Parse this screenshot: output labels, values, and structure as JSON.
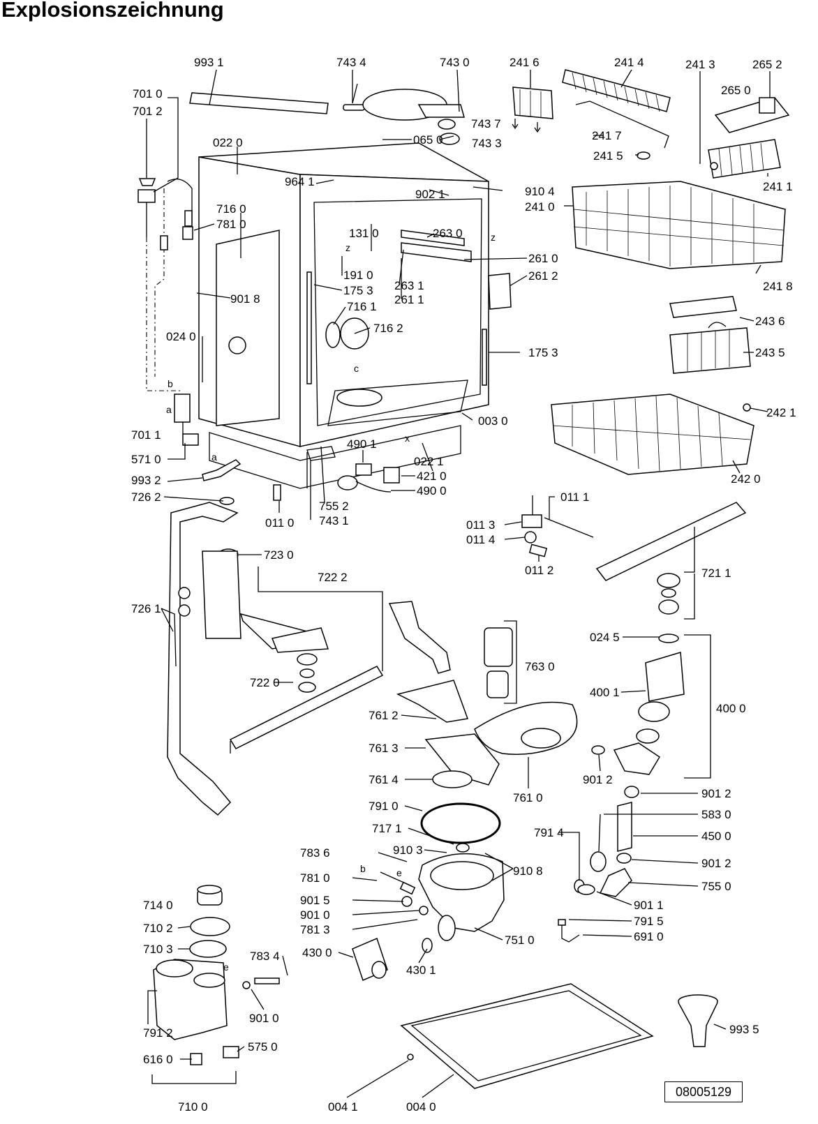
{
  "title": "Explosionszeichnung",
  "drawing_number": "08005129",
  "labels": {
    "l9931": "993 1",
    "l7434": "743 4",
    "l7430": "743 0",
    "l2416": "241 6",
    "l2414": "241 4",
    "l2413": "241 3",
    "l2652": "265 2",
    "l7010": "701 0",
    "l7012": "701 2",
    "l2650": "265 0",
    "l7437": "743 7",
    "l0220": "022 0",
    "l0650": "065 0",
    "l7433": "743 3",
    "l2417": "241 7",
    "l2415": "241 5",
    "l2411": "241 1",
    "l9641": "964 1",
    "l9021": "902 1",
    "l9104": "910 4",
    "l2410": "241 0",
    "l7160": "716 0",
    "l7810": "781 0",
    "l1310": "131 0",
    "l2630": "263 0",
    "l2610": "261 0",
    "l1910": "191 0",
    "l2612": "261 2",
    "l1753a": "175 3",
    "l2631": "263 1",
    "l2418": "241 8",
    "l9018": "901 8",
    "l2611": "261 1",
    "l7161": "716 1",
    "l2436": "243 6",
    "l7162": "716 2",
    "l2435": "243 5",
    "l0240": "024 0",
    "l1753b": "175 3",
    "l2421": "242 1",
    "l7011": "701 1",
    "l0030": "003 0",
    "l5710": "571 0",
    "l4901": "490 1",
    "l0221": "022 1",
    "l2420": "242 0",
    "l4210": "421 0",
    "l9932": "993 2",
    "l4900": "490 0",
    "l7262": "726 2",
    "l7552": "755 2",
    "l0111": "011 1",
    "l0110": "011 0",
    "l7431": "743 1",
    "l0113": "011 3",
    "l0114": "011 4",
    "l7230": "723 0",
    "l0112": "011 2",
    "l7222": "722 2",
    "l7211": "721 1",
    "l7261": "726 1",
    "l0245": "024 5",
    "l7630": "763 0",
    "l7220": "722 0",
    "l4001": "400 1",
    "l4000": "400 0",
    "l7612": "761 2",
    "l7613": "761 3",
    "l9012a": "901 2",
    "l7614": "761 4",
    "l7610": "761 0",
    "l9012b": "901 2",
    "l7910": "791 0",
    "l5830": "583 0",
    "l7171": "717 1",
    "l7914": "791 4",
    "l4500": "450 0",
    "l7836": "783 6",
    "l9103": "910 3",
    "l9012c": "901 2",
    "l9108": "910 8",
    "l7810b": "781 0",
    "l7550": "755 0",
    "l9015": "901 5",
    "l9011": "901 1",
    "l7140": "714 0",
    "l9010": "901 0",
    "l7915": "791 5",
    "l7813": "781 3",
    "l6910": "691 0",
    "l7102": "710 2",
    "l7510": "751 0",
    "l7103": "710 3",
    "l7834": "783 4",
    "l4300": "430 0",
    "l4301": "430 1",
    "l9010b": "901 0",
    "l9935": "993 5",
    "l7912": "791 2",
    "l5750": "575 0",
    "l6160": "616 0",
    "l0041": "004 1",
    "l0040": "004 0",
    "l7100": "710 0",
    "ma1": "a",
    "ma2": "a",
    "mb1": "b",
    "mb2": "b",
    "mc": "c",
    "me1": "e",
    "me2": "e",
    "mx": "x",
    "mz1": "z",
    "mz2": "z"
  }
}
